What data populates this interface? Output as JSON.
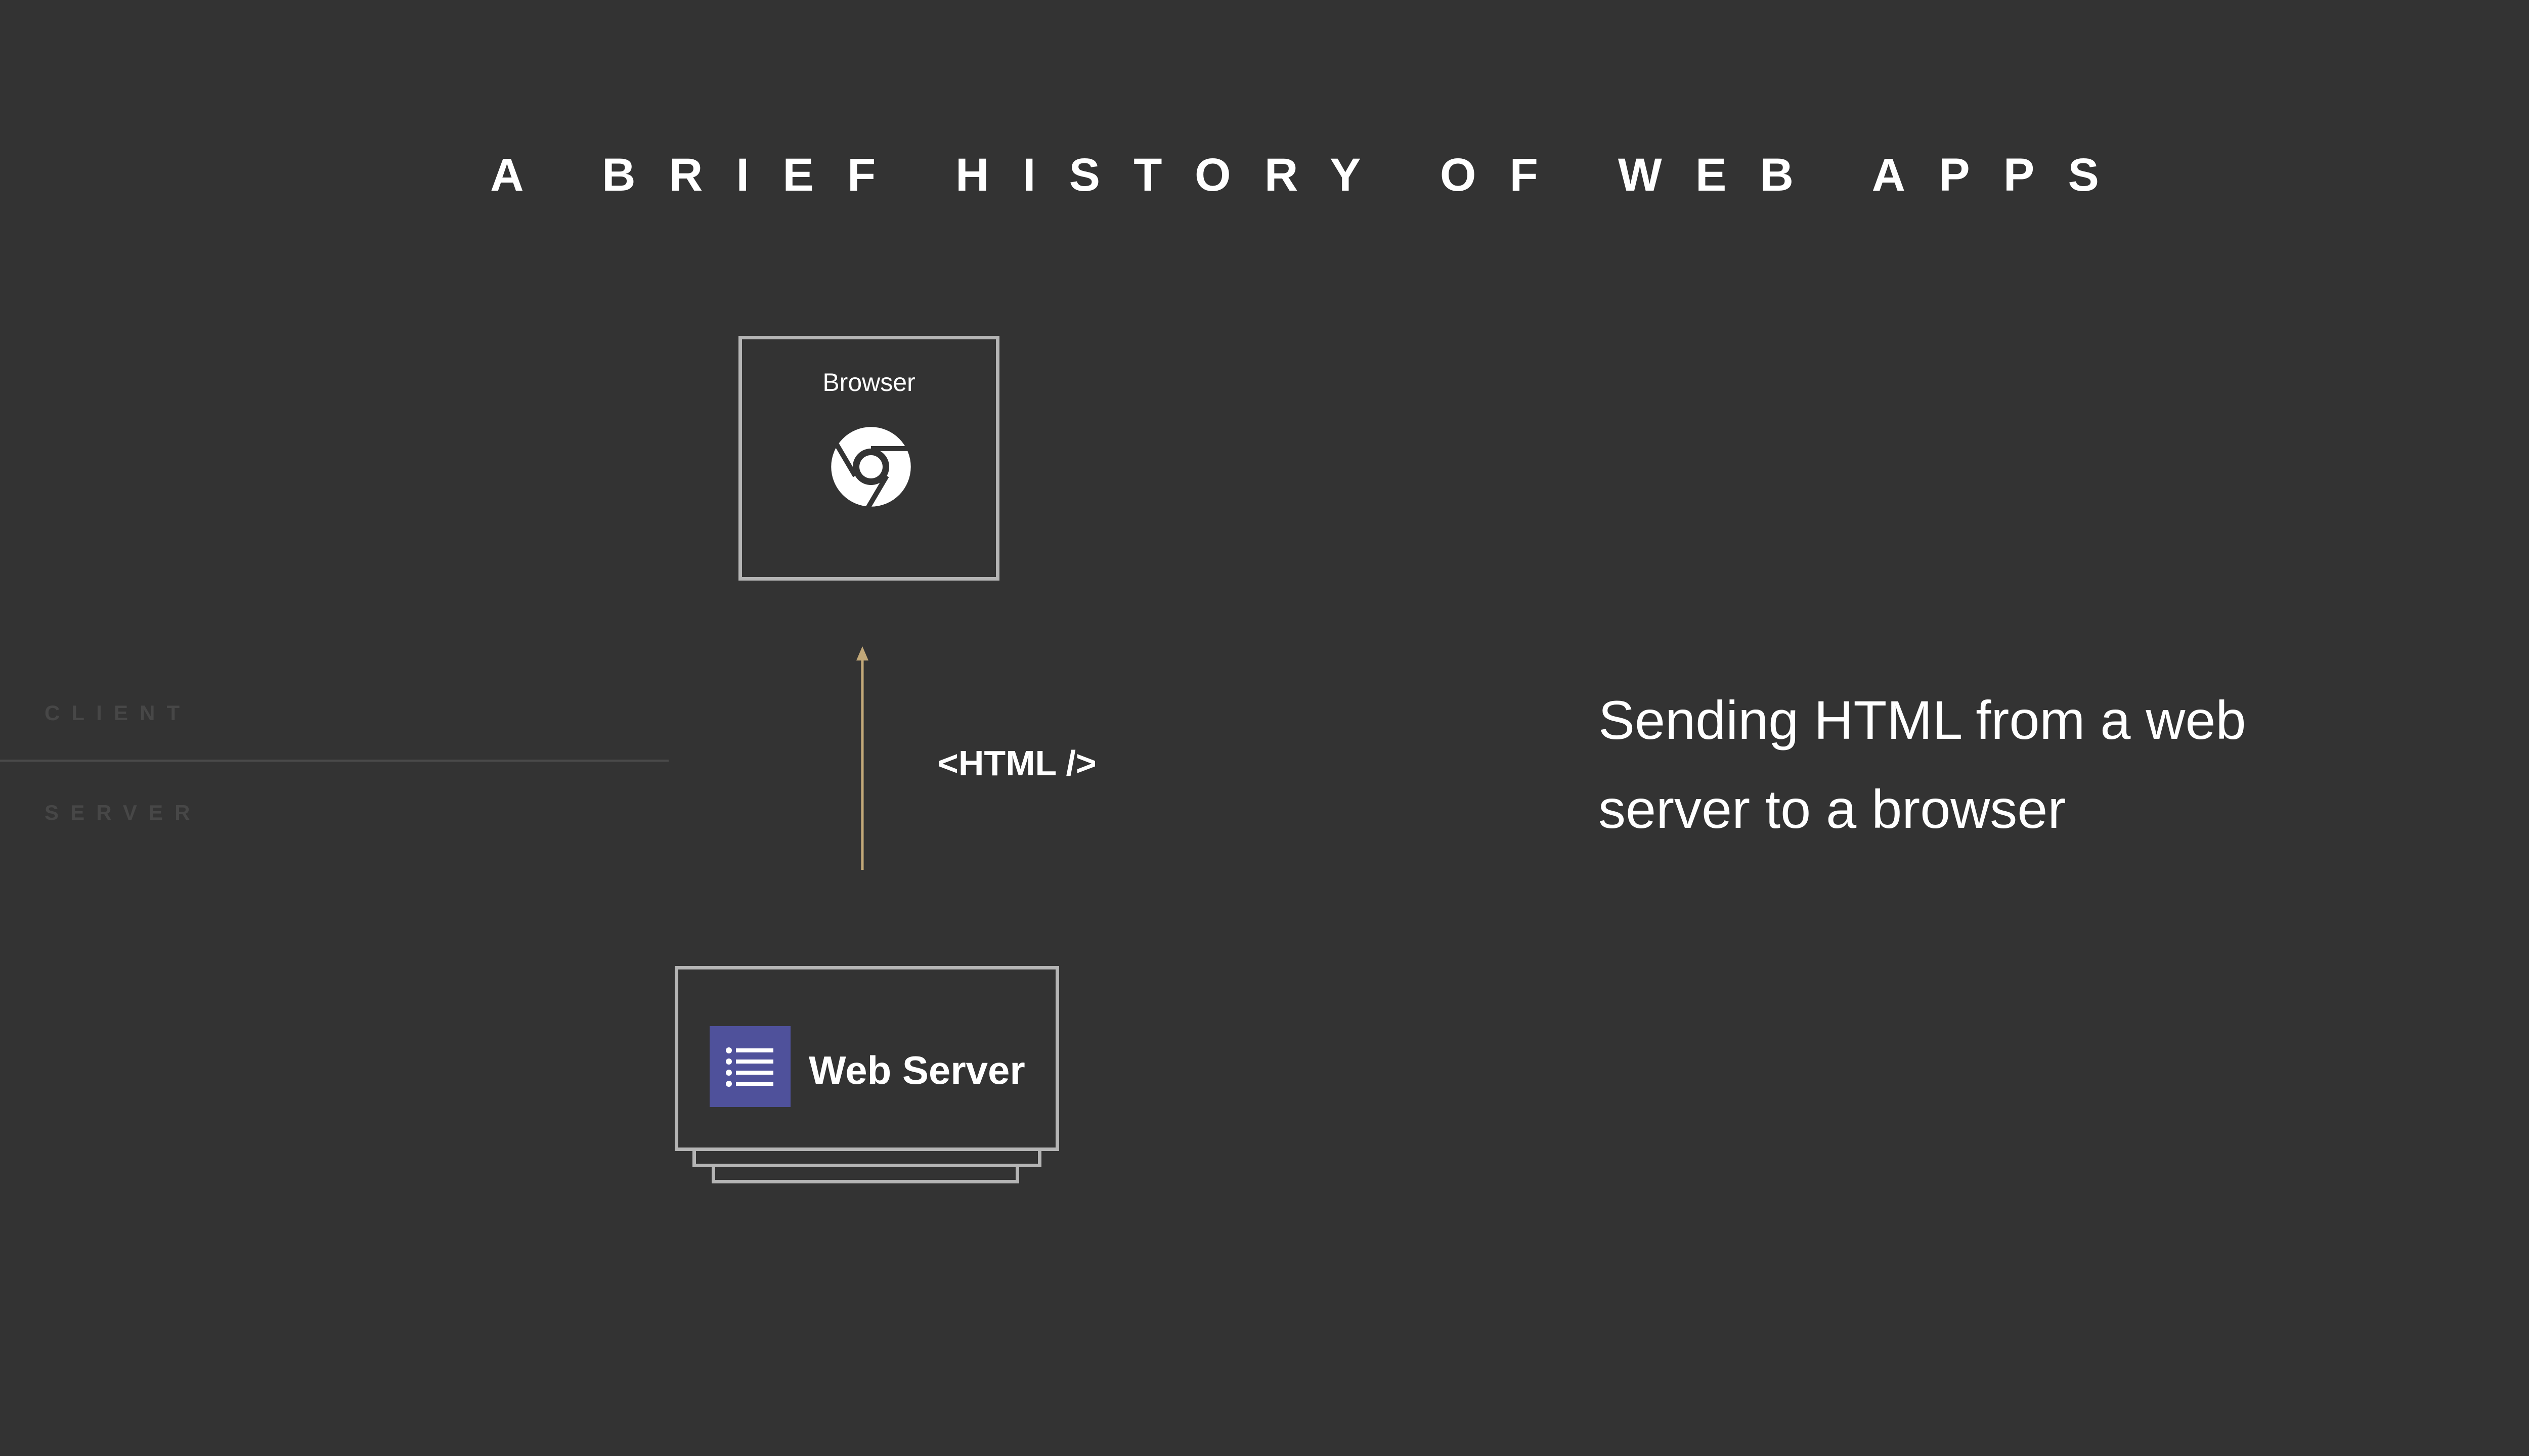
{
  "title": "A BRIEF HISTORY OF WEB APPS",
  "lanes": {
    "client": "CLIENT",
    "server": "SERVER"
  },
  "browser": {
    "label": "Browser",
    "icon": "chrome-icon"
  },
  "connector": {
    "label": "<HTML />",
    "direction": "server-to-browser",
    "color": "#c2a878"
  },
  "web_server": {
    "label": "Web Server",
    "icon": "list-icon",
    "icon_color": "#4f519b"
  },
  "caption": "Sending HTML from a web server to a browser",
  "colors": {
    "background": "#333333",
    "box_border": "#b5b5b5",
    "lane_text": "#474747"
  }
}
